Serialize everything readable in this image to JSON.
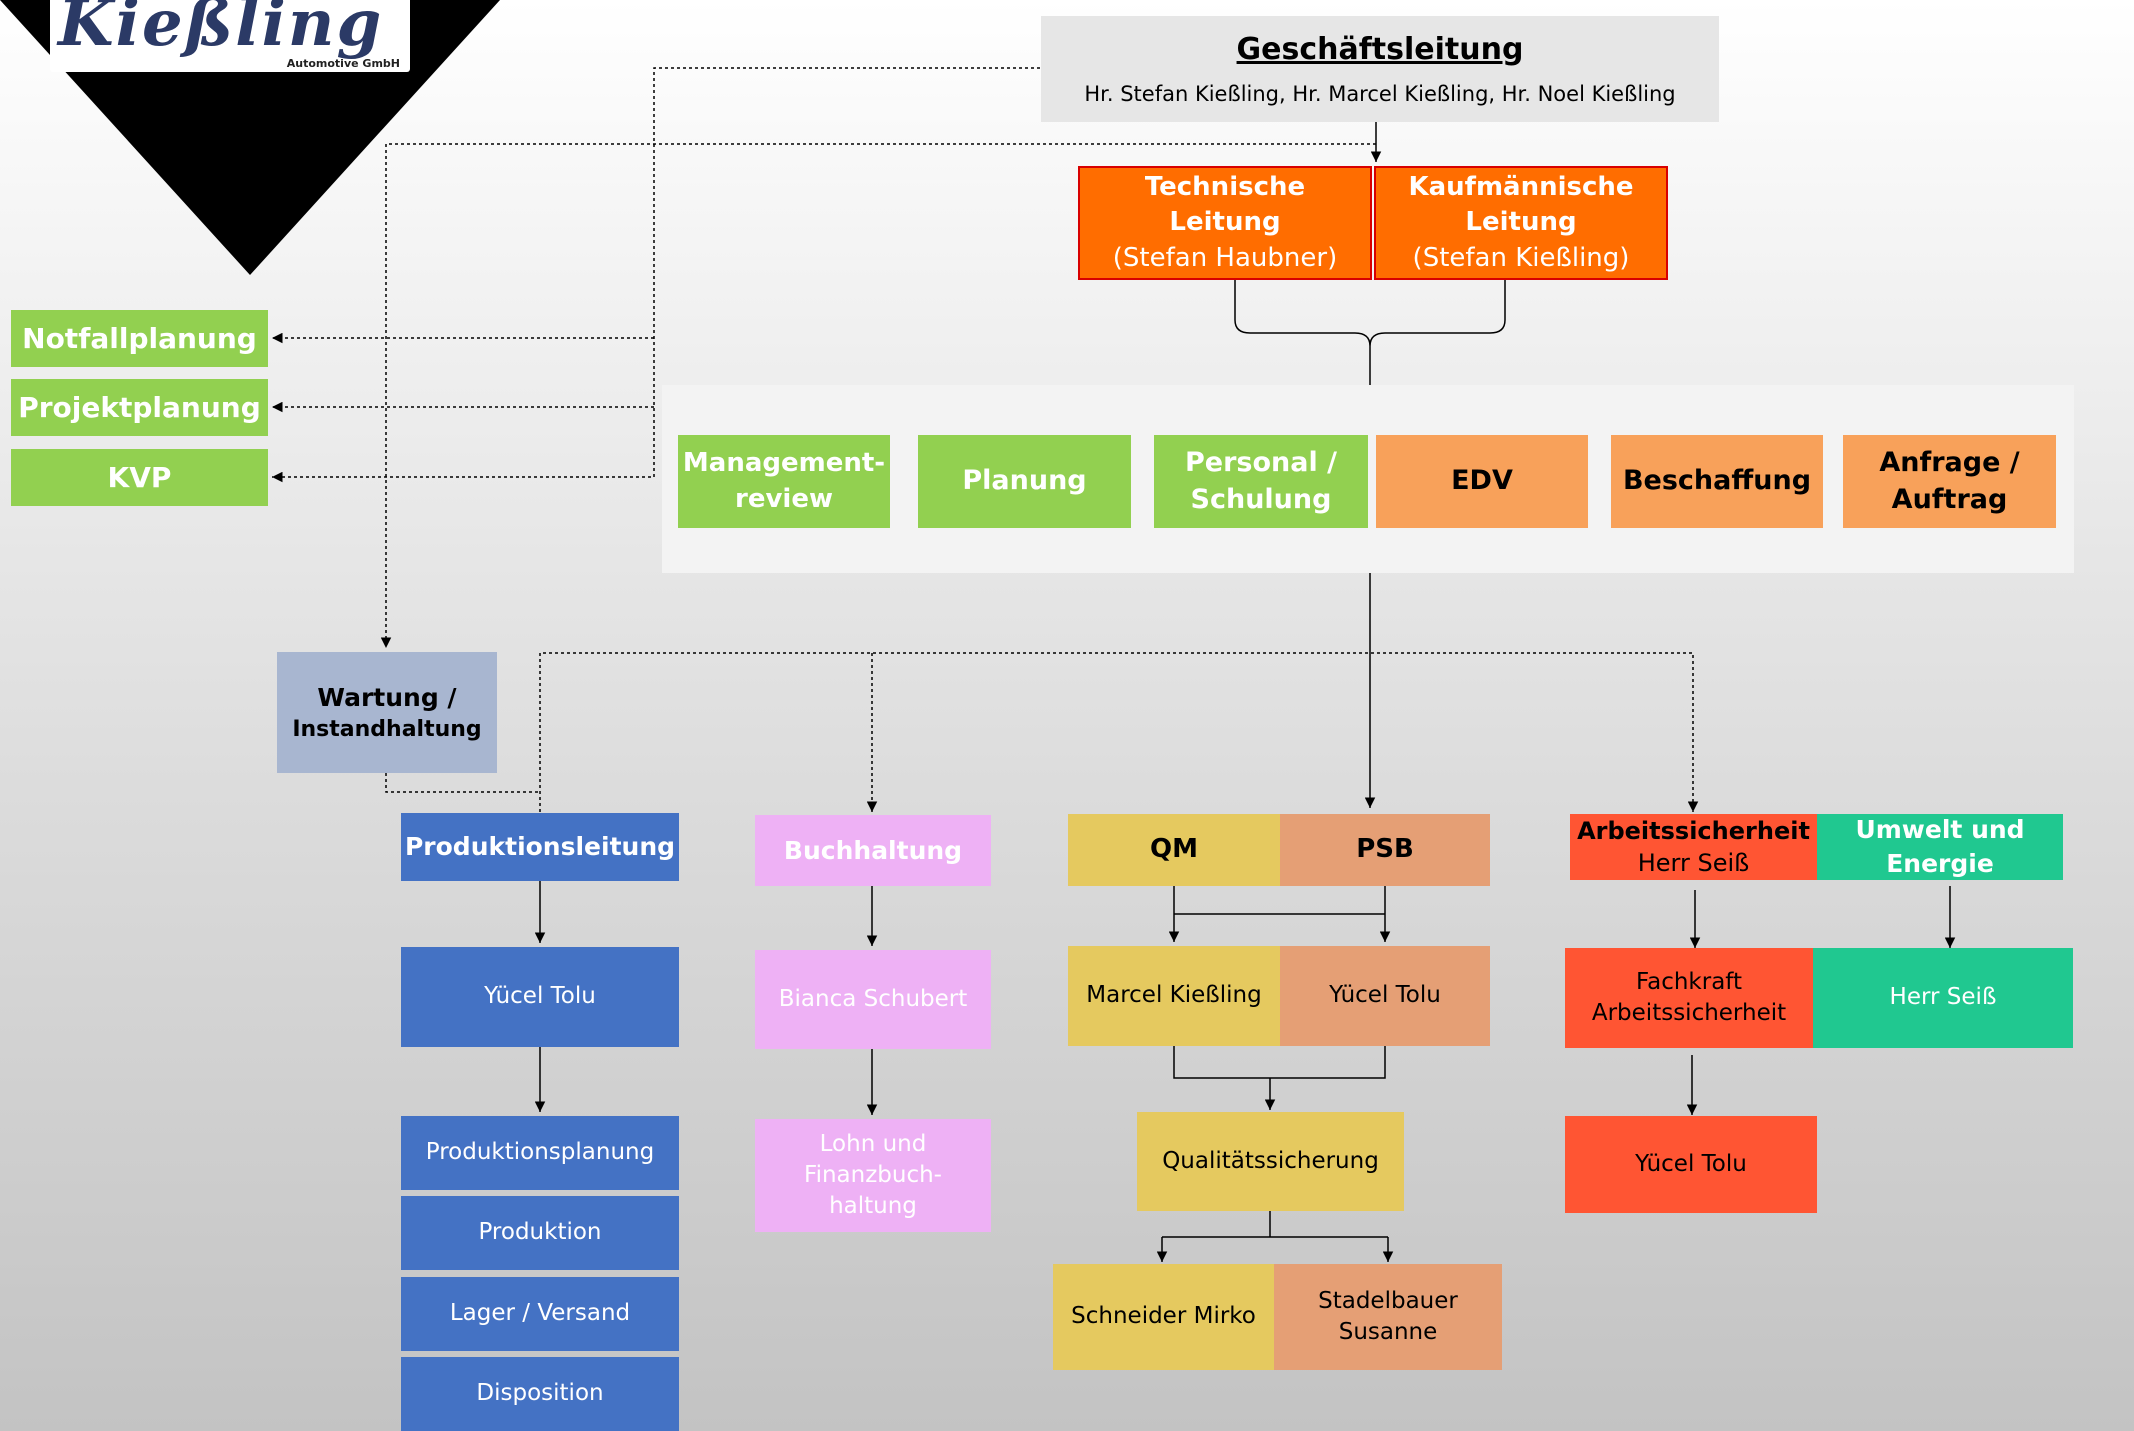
{
  "logo": {
    "name": "Kießling",
    "subtitle": "Automotive GmbH"
  },
  "gl": {
    "title": "Geschäftsleitung",
    "members": "Hr. Stefan Kießling, Hr. Marcel Kießling, Hr. Noel Kießling"
  },
  "tech": {
    "line1": "Technische",
    "line2": "Leitung",
    "person": "(Stefan Haubner)"
  },
  "kauf": {
    "line1": "Kaufmännische",
    "line2": "Leitung",
    "person": "(Stefan Kießling)"
  },
  "left": {
    "notfall": "Notfallplanung",
    "projekt": "Projektplanung",
    "kvp": "KVP"
  },
  "top_row": {
    "mgmt": [
      "Management-",
      "review"
    ],
    "planung": "Planung",
    "personal": [
      "Personal /",
      "Schulung"
    ],
    "edv": "EDV",
    "beschaffung": "Beschaffung",
    "anfrage": [
      "Anfrage /",
      "Auftrag"
    ]
  },
  "wartung": [
    "Wartung /",
    "Instandhaltung"
  ],
  "prod": {
    "head": "Produktionsleitung",
    "person": "Yücel Tolu",
    "items": [
      "Produktionsplanung",
      "Produktion",
      "Lager / Versand",
      "Disposition"
    ]
  },
  "buch": {
    "head": "Buchhaltung",
    "person": "Bianca Schubert",
    "lohn": [
      "Lohn und",
      "Finanzbuch-",
      "haltung"
    ]
  },
  "qm": {
    "qm": "QM",
    "psb": "PSB",
    "qm_person": "Marcel Kießling",
    "psb_person": "Yücel Tolu",
    "qs": "Qualitätssicherung",
    "s1": "Schneider Mirko",
    "s2": [
      "Stadelbauer",
      "Susanne"
    ]
  },
  "as": {
    "head": "Arbeitssicherheit",
    "head_person": "Herr Seiß",
    "fach": [
      "Fachkraft",
      "Arbeitssicherheit"
    ],
    "person": "Yücel Tolu"
  },
  "um": {
    "head": [
      "Umwelt und",
      "Energie"
    ],
    "person": "Herr Seiß"
  },
  "colors": {
    "green": "#92d050",
    "orange_dark": "#ff6d00",
    "orange_light": "#f8a15a",
    "blue": "#4472c4",
    "pink": "#eeb1f5",
    "yellow": "#e5c95f",
    "salmon": "#e59f75",
    "red": "#ff5533",
    "teal": "#20c890",
    "greyblue": "#a8b6d0",
    "grey": "#e6e6e6"
  }
}
